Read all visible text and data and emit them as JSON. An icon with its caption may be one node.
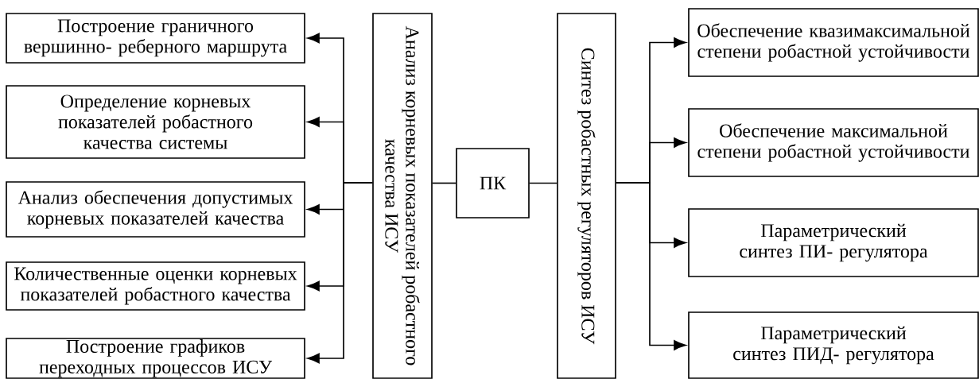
{
  "diagram": {
    "nodes": [
      {
        "text": [
          "Построение граничного вершинно- реберного маршрута"
        ]
      },
      {
        "text": [
          "Определение корневых показателей робастного качества системы"
        ]
      },
      {
        "text": [
          "Анализ обеспечения допустимых корневых показателей качества"
        ]
      },
      {
        "text": [
          "Количественные оценки корневых показателей робастного качества"
        ]
      },
      {
        "text": [
          "Построение графиков переходных процессов ИСУ"
        ]
      },
      {
        "text": [
          "Анализ корневых показателей робастного качества ИСУ"
        ]
      },
      {
        "text": [
          "ПК"
        ]
      },
      {
        "text": [
          "Синтез робастных регуляторов ИСУ"
        ]
      },
      {
        "text": [
          "Обеспечение квазимаксимальной степени робастной устойчивости"
        ]
      },
      {
        "text": [
          "Обеспечение максимальной степени робастной устойчивости"
        ]
      },
      {
        "text": [
          "Параметрический синтез ПИ- регулятора"
        ]
      },
      {
        "text": [
          "Параметрический синтез ПИД- регулятора"
        ]
      }
    ],
    "edges": [
      {
        "from": 5,
        "to": 0,
        "arrow": "to"
      },
      {
        "from": 5,
        "to": 1,
        "arrow": "to"
      },
      {
        "from": 5,
        "to": 2,
        "arrow": "to"
      },
      {
        "from": 5,
        "to": 3,
        "arrow": "to"
      },
      {
        "from": 5,
        "to": 4,
        "arrow": "to"
      },
      {
        "from": 6,
        "to": 5,
        "arrow": "none"
      },
      {
        "from": 6,
        "to": 7,
        "arrow": "none"
      },
      {
        "from": 7,
        "to": 8,
        "arrow": "to"
      },
      {
        "from": 7,
        "to": 9,
        "arrow": "to"
      },
      {
        "from": 7,
        "to": 10,
        "arrow": "to"
      },
      {
        "from": 7,
        "to": 11,
        "arrow": "to"
      }
    ]
  }
}
